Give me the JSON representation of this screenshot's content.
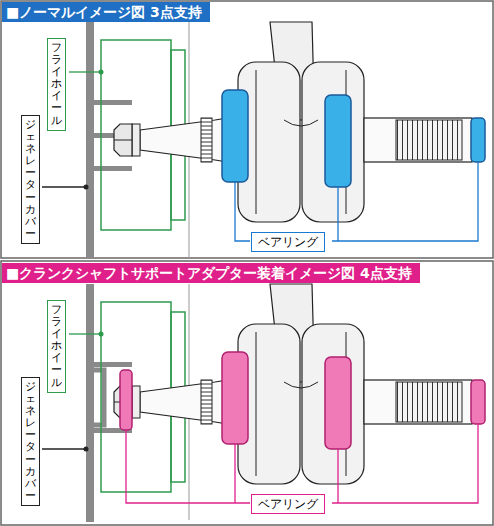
{
  "diagram": {
    "nodes": [
      {
        "text": [
          "■ノーマルイメージ図 3点支持"
        ]
      },
      {
        "text": [
          "フライホイール"
        ]
      },
      {
        "text": [
          "ジェネレーターカバー"
        ]
      },
      {
        "text": [
          "ベアリング"
        ]
      },
      {
        "text": [
          "■クランクシャフトサポートアダプター装着イメージ図 4点支持"
        ]
      },
      {
        "text": [
          "フライホイール"
        ]
      },
      {
        "text": [
          "ジェネレーターカバー"
        ]
      },
      {
        "text": [
          "ベアリング"
        ]
      }
    ]
  }
}
